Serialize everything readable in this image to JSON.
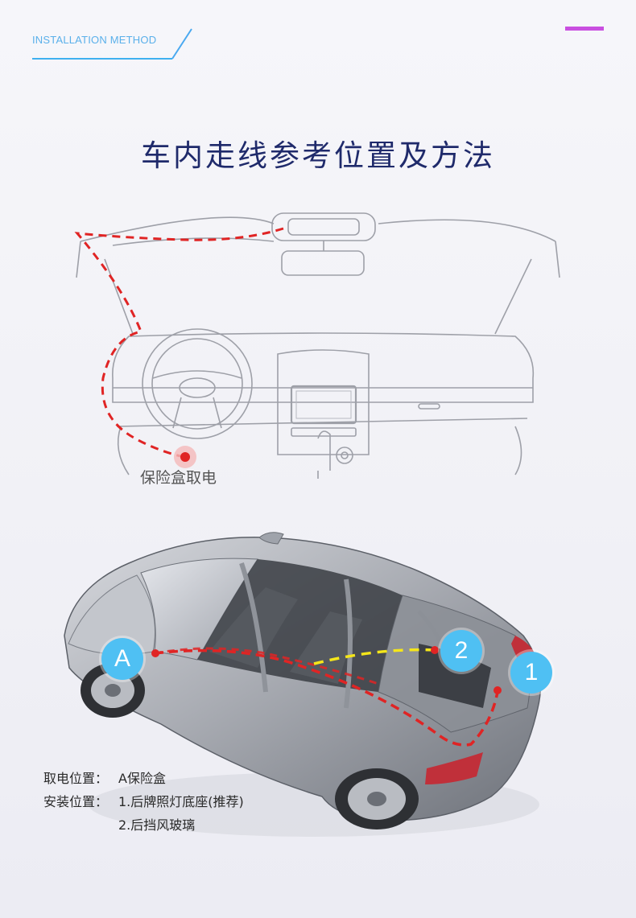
{
  "header": {
    "section_label": "INSTALLATION METHOD"
  },
  "title": "车内走线参考位置及方法",
  "dashboard_diagram": {
    "fuse_box_label": "保险盒取电"
  },
  "car_diagram": {
    "markers": [
      {
        "id": "A",
        "label": "A"
      },
      {
        "id": "2",
        "label": "2"
      },
      {
        "id": "1",
        "label": "1"
      }
    ]
  },
  "info": {
    "power_label": "取电位置：",
    "power_value": "A保险盒",
    "install_label": "安装位置：",
    "install_options": [
      "1.后牌照灯底座(推荐)",
      "2.后挡风玻璃"
    ]
  },
  "colors": {
    "accent_blue": "#4aa9e9",
    "accent_purple": "#c94fe0",
    "title": "#1f2a6b",
    "wire_red": "#e02424",
    "wire_yellow": "#f5e61a",
    "marker_blue": "#4fc0f3"
  }
}
